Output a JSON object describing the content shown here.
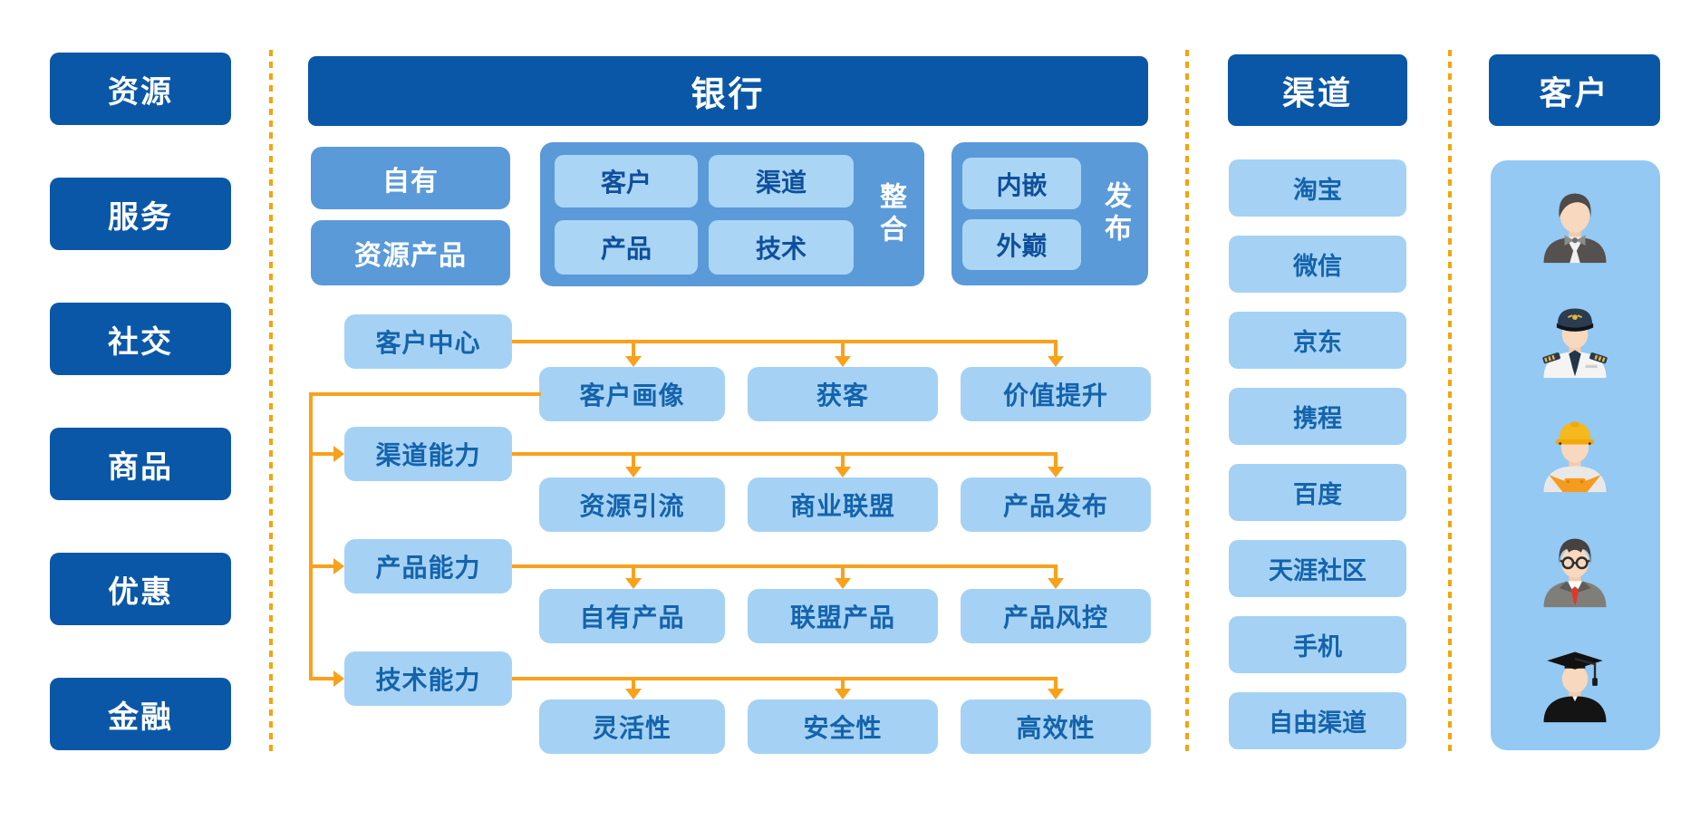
{
  "colors": {
    "dark_blue": "#0B57A7",
    "medium_blue": "#5B9AD9",
    "light_blue": "#A5D2F4",
    "panel_blue": "#93C9F2",
    "text_blue": "#1463AC",
    "arrow_orange": "#F9A11B",
    "separator_orange": "#F2A50C"
  },
  "left_column": {
    "items": [
      "资源",
      "服务",
      "社交",
      "商品",
      "优惠",
      "金融"
    ]
  },
  "bank": {
    "title": "银行",
    "resource_boxes": [
      "自有",
      "资源产品"
    ],
    "integration_group": {
      "vertical_label": "整合",
      "items": [
        "客户",
        "渠道",
        "产品",
        "技术"
      ]
    },
    "publish_group": {
      "vertical_label": "发布",
      "items": [
        "内嵌",
        "外巅"
      ]
    },
    "flow_rows": [
      {
        "source": "客户中心",
        "targets": [
          "客户画像",
          "获客",
          "价值提升"
        ]
      },
      {
        "source": "渠道能力",
        "targets": [
          "资源引流",
          "商业联盟",
          "产品发布"
        ]
      },
      {
        "source": "产品能力",
        "targets": [
          "自有产品",
          "联盟产品",
          "产品风控"
        ]
      },
      {
        "source": "技术能力",
        "targets": [
          "灵活性",
          "安全性",
          "高效性"
        ]
      }
    ]
  },
  "channels": {
    "title": "渠道",
    "items": [
      "淘宝",
      "微信",
      "京东",
      "携程",
      "百度",
      "天涯社区",
      "手机",
      "自由渠道"
    ]
  },
  "customers": {
    "title": "客户",
    "avatar_icons": [
      "waiter",
      "pilot",
      "construction-worker",
      "businessman",
      "graduate"
    ]
  }
}
